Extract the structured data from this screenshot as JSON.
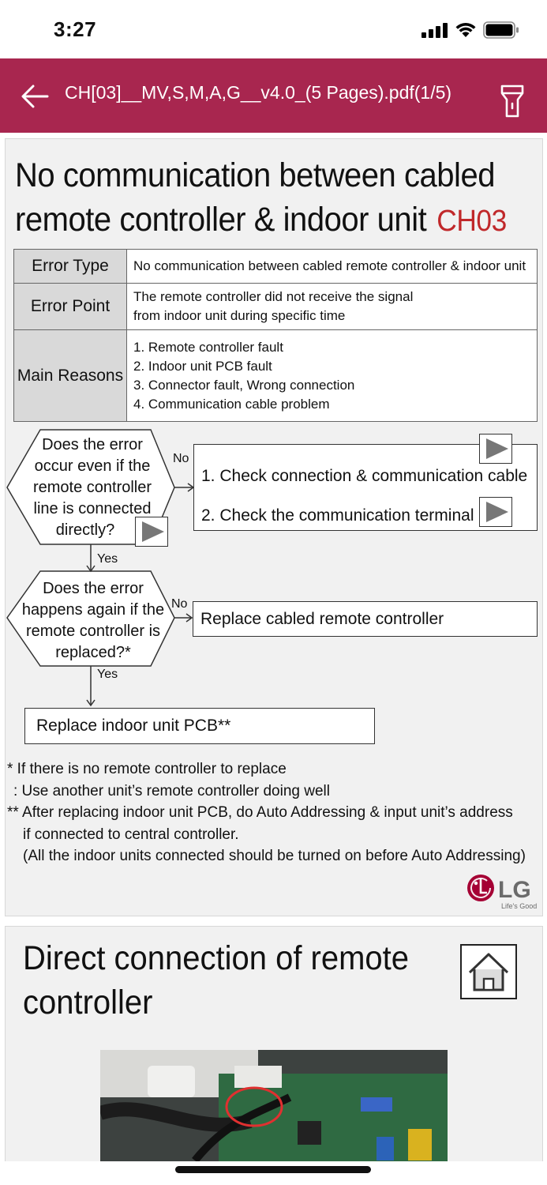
{
  "status_bar": {
    "time": "3:27"
  },
  "header": {
    "title": "CH[03]__MV,S,M,A,G__v4.0_(5 Pages).pdf(1/5)"
  },
  "page1": {
    "title_line1": "No communication between cabled",
    "title_line2": "remote controller & indoor unit",
    "code": "CH03",
    "table": {
      "error_type_label": "Error Type",
      "error_type_value": "No communication between cabled remote controller & indoor unit",
      "error_point_label": "Error Point",
      "error_point_lines": [
        "The remote controller did not receive the signal",
        "from indoor unit during specific time"
      ],
      "main_reasons_label": "Main Reasons",
      "main_reasons": [
        "1. Remote controller fault",
        "2. Indoor unit PCB fault",
        "3. Connector fault, Wrong connection",
        "4. Communication cable problem"
      ]
    },
    "flow": {
      "q1_lines": [
        "Does the error",
        "occur even if the",
        "remote controller",
        "line is connected",
        "directly?"
      ],
      "q2_lines": [
        "Does the error",
        "happens again if the",
        "remote controller is",
        "replaced?*"
      ],
      "no_label": "No",
      "yes_label": "Yes",
      "action1_line1": "1. Check connection & communication cable",
      "action1_line2": "2. Check the communication terminal",
      "action2": "Replace cabled remote controller",
      "action3": "Replace indoor unit PCB**"
    },
    "notes": [
      "* If there is no remote controller to replace",
      "  : Use another unit’s remote controller doing well",
      "** After replacing indoor unit PCB, do Auto Addressing & input unit’s address",
      "    if connected to central controller.",
      "    (All the indoor units connected should be turned on before Auto Addressing)"
    ],
    "logo": {
      "brand": "LG",
      "tagline": "Life's Good",
      "color": "#a50034"
    }
  },
  "page2": {
    "title_line1": "Direct connection of remote",
    "title_line2": "controller"
  },
  "colors": {
    "header_bg": "#a8264f",
    "code_red": "#c0282a"
  }
}
